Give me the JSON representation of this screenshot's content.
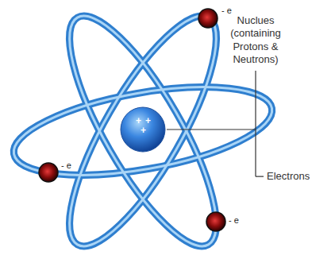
{
  "diagram": {
    "labels": [
      "+",
      "+",
      "+",
      "- e",
      "- e",
      "- e",
      "Nuclues (containing Protons & Neutrons)",
      "Electrons"
    ]
  }
}
